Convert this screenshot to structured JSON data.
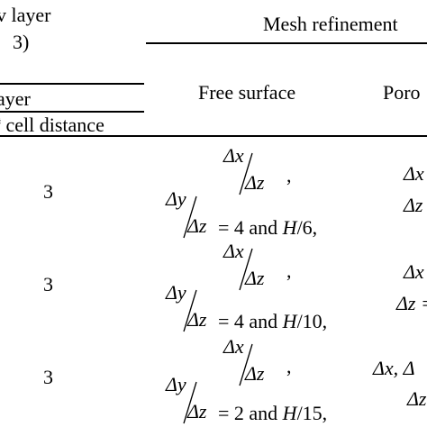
{
  "header": {
    "cut_layer_line1": "v layer",
    "cut_layer_line2": "3)",
    "mesh_refinement": "Mesh refinement",
    "sub_layer": "ayer",
    "sub_distance": "cell distance",
    "free_surface": "Free surface",
    "porous_cut": "Poro"
  },
  "rows": [
    {
      "value": "3",
      "dx": "Δx",
      "dz1": "Δz",
      "comma": ",",
      "dy": "Δy",
      "dz2": "Δz",
      "eq_tail": "= 4 and ",
      "h_sym": "H",
      "h_tail": "/6,",
      "right_top": "Δx",
      "right_bottom": "Δz"
    },
    {
      "value": "3",
      "dx": "Δx",
      "dz1": "Δz",
      "comma": ",",
      "dy": "Δy",
      "dz2": "Δz",
      "eq_tail": "= 4 and ",
      "h_sym": "H",
      "h_tail": "/10,",
      "right_top": "Δx",
      "right_bottom": "Δz ="
    },
    {
      "value": "3",
      "dx": "Δx",
      "dz1": "Δz",
      "comma": ",",
      "dy": "Δy",
      "dz2": "Δz",
      "eq_tail": "= 2 and ",
      "h_sym": "H",
      "h_tail": "/15,",
      "right_top": "Δx, Δ",
      "right_bottom": "Δz"
    }
  ]
}
